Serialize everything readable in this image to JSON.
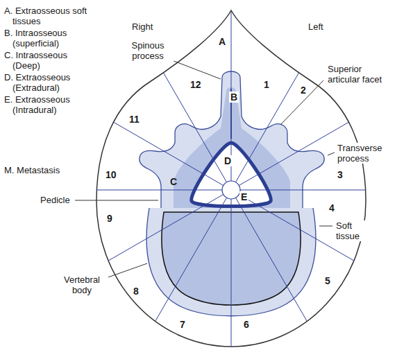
{
  "diagram": {
    "labels": [
      "A. Extraosseous soft tissues",
      "B. Intraosseous (superficial)",
      "C. Intraosseous (Deep)",
      "D. Extraosseous (Extradural)",
      "E. Extraosseous (Intradural)",
      "M. Metastasis",
      "Right",
      "Left",
      "Spinous process",
      "Superior articular facet",
      "Transverse process",
      "Pedicle",
      "Soft tissue",
      "Vertebral body",
      "A",
      "B",
      "C",
      "D",
      "E",
      "1",
      "2",
      "3",
      "4",
      "5",
      "6",
      "7",
      "8",
      "9",
      "10",
      "11",
      "12"
    ]
  }
}
